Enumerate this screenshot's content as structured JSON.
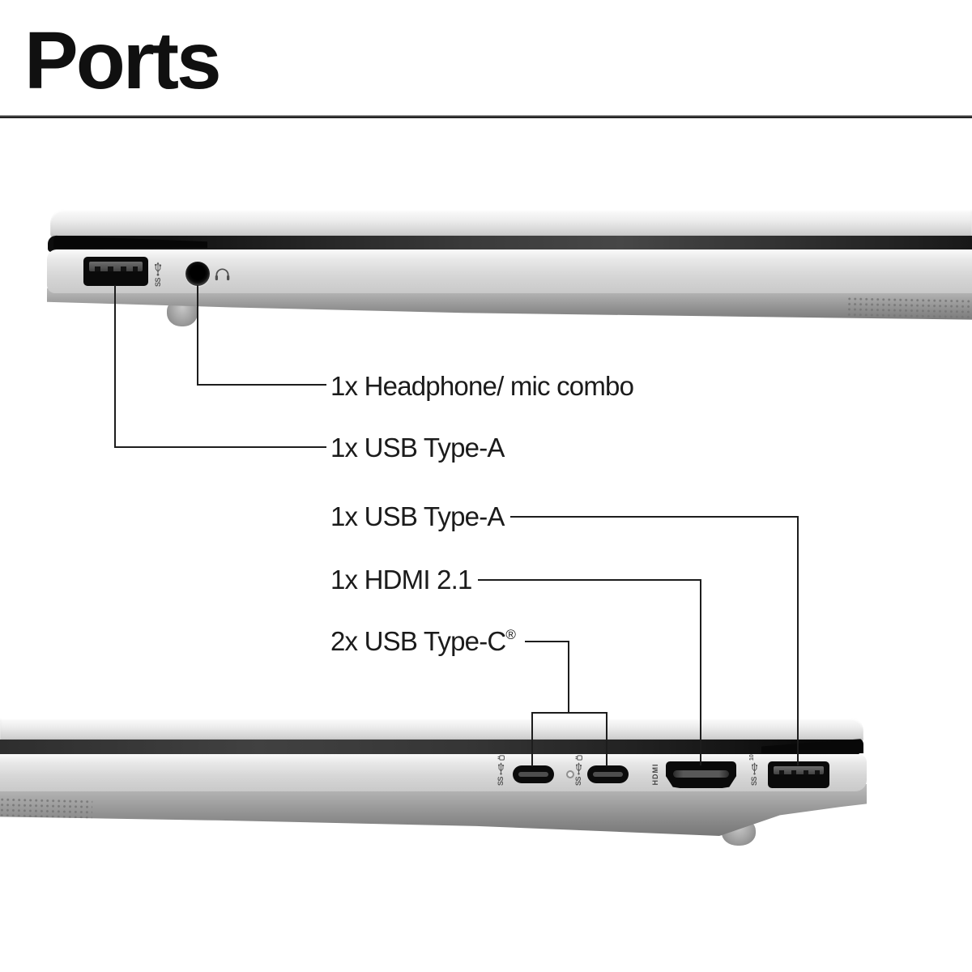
{
  "title": "Ports",
  "background": "#ffffff",
  "colors": {
    "text": "#1b1b1b",
    "callout_line": "#1d1d1d",
    "laptop_silver": "#d6d6d6",
    "laptop_underside": "#8a8a8a",
    "hinge_dark": "#161616",
    "port_black": "#0b0b0b",
    "led": "#e8e8e8"
  },
  "callouts": {
    "headphone": "1x Headphone/ mic combo",
    "usb_a_left": "1x USB Type-A",
    "usb_a_right": "1x USB Type-A",
    "hdmi": "1x HDMI 2.1",
    "usb_c": "2x USB Type-C",
    "usb_c_reg_mark": "®"
  },
  "engravings": {
    "hdmi_port": "HDMI",
    "superspeed": "SS",
    "superspeed_10": "10"
  },
  "views": {
    "left_side": {
      "ports": [
        "USB Type-A",
        "Headphone/ mic combo jack"
      ]
    },
    "right_side": {
      "ports": [
        "USB Type-C",
        "USB Type-C",
        "HDMI",
        "USB Type-A"
      ]
    }
  }
}
